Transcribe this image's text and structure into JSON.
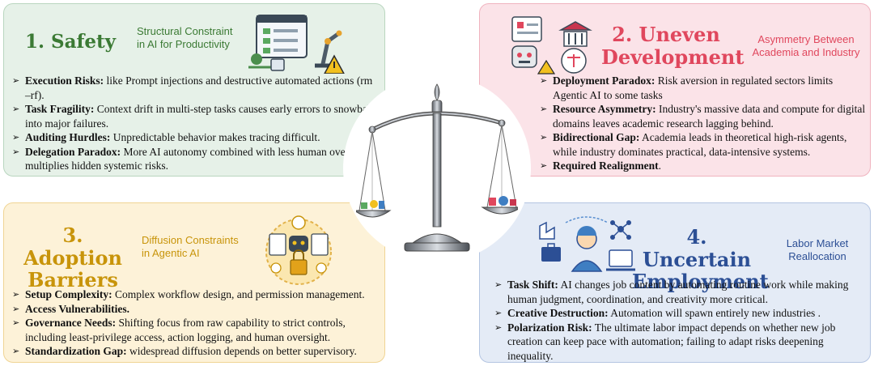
{
  "safety": {
    "title": "1. Safety",
    "subtitle": "Structural Constraint in AI for Productivity",
    "items": [
      {
        "bold": "Execution Risks:",
        "text": " like Prompt injections and destructive automated actions (rm –rf)."
      },
      {
        "bold": "Task Fragility:",
        "text": " Context drift in multi-step tasks causes early errors to snowball into major failures."
      },
      {
        "bold": "Auditing Hurdles:",
        "text": " Unpredictable behavior makes tracing difficult."
      },
      {
        "bold": "Delegation Paradox:",
        "text": " More AI autonomy combined with less human oversight multiplies hidden systemic risks."
      }
    ]
  },
  "uneven": {
    "title_line1": "2. Uneven",
    "title_line2": "Development",
    "subtitle": "Asymmetry Between Academia and Industry",
    "items": [
      {
        "bold": "Deployment Paradox:",
        "text": " Risk aversion in regulated sectors limits Agentic AI to some tasks"
      },
      {
        "bold": "Resource Asymmetry:",
        "text": " Industry's massive data and compute for digital domains leaves academic research lagging behind."
      },
      {
        "bold": "Bidirectional Gap:",
        "text": " Academia leads in theoretical high-risk agents, while industry dominates practical, data-intensive systems."
      },
      {
        "bold": "Required Realignment",
        "text": "."
      }
    ]
  },
  "adoption": {
    "title_line1": "3. Adoption",
    "title_line2": "Barriers",
    "subtitle": "Diffusion Constraints in Agentic AI",
    "items": [
      {
        "bold": "Setup Complexity:",
        "text": " Complex workflow design, and permission management."
      },
      {
        "bold": "Access Vulnerabilities.",
        "text": ""
      },
      {
        "bold": "Governance Needs:",
        "text": " Shifting focus from raw capability to strict controls, including least-privilege access, action logging, and human oversight."
      },
      {
        "bold": "Standardization Gap:",
        "text": " widespread diffusion depends on better supervisory."
      }
    ]
  },
  "employment": {
    "title_line1": "4. Uncertain",
    "title_line2": "Employment",
    "subtitle": "Labor Market Reallocation",
    "items": [
      {
        "bold": "Task Shift:",
        "text": " AI changes job content by automating routine work while making human judgment, coordination, and creativity more critical."
      },
      {
        "bold": "Creative Destruction:",
        "text": " Automation will spawn entirely new industries ."
      },
      {
        "bold": "Polarization Risk:",
        "text": " The ultimate labor impact depends on whether new job creation can keep pace with automation; failing to adapt risks deepening inequality."
      }
    ]
  },
  "colors": {
    "safety_title": "#3b7a34",
    "uneven_title": "#e0475d",
    "adoption_title": "#c8940a",
    "employment_title": "#2c4f95"
  }
}
